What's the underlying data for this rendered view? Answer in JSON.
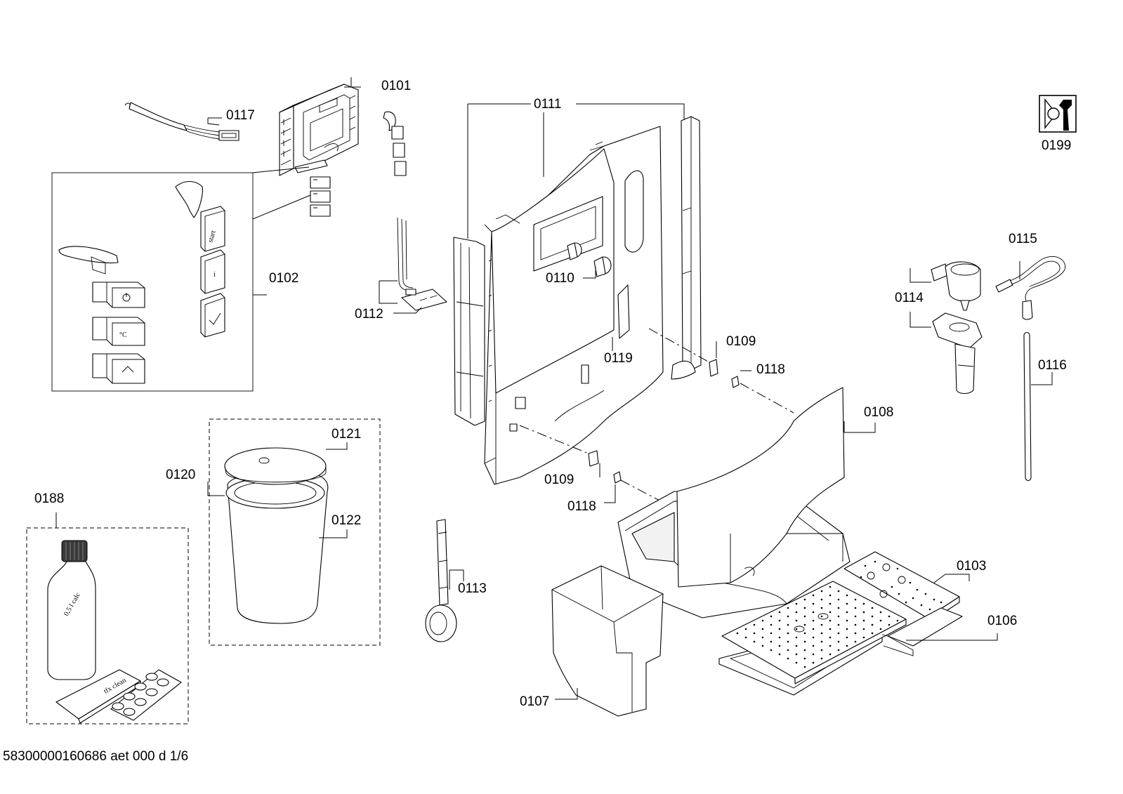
{
  "diagram": {
    "footer_code": "58300000160686 aet 000 d 1/6",
    "parts": {
      "p0101": "0101",
      "p0102": "0102",
      "p0103": "0103",
      "p0106": "0106",
      "p0107": "0107",
      "p0108": "0108",
      "p0109a": "0109",
      "p0109b": "0109",
      "p0110": "0110",
      "p0111": "0111",
      "p0112": "0112",
      "p0113": "0113",
      "p0114": "0114",
      "p0115": "0115",
      "p0116": "0116",
      "p0117": "0117",
      "p0118a": "0118",
      "p0118b": "0118",
      "p0119": "0119",
      "p0120": "0120",
      "p0121": "0121",
      "p0122": "0122",
      "p0188": "0188",
      "p0199": "0199"
    },
    "button_texts": {
      "start": "start",
      "info": "i",
      "celsius": "°C",
      "bottle": "0,5 l calc",
      "tablets": "tfx clean"
    }
  }
}
